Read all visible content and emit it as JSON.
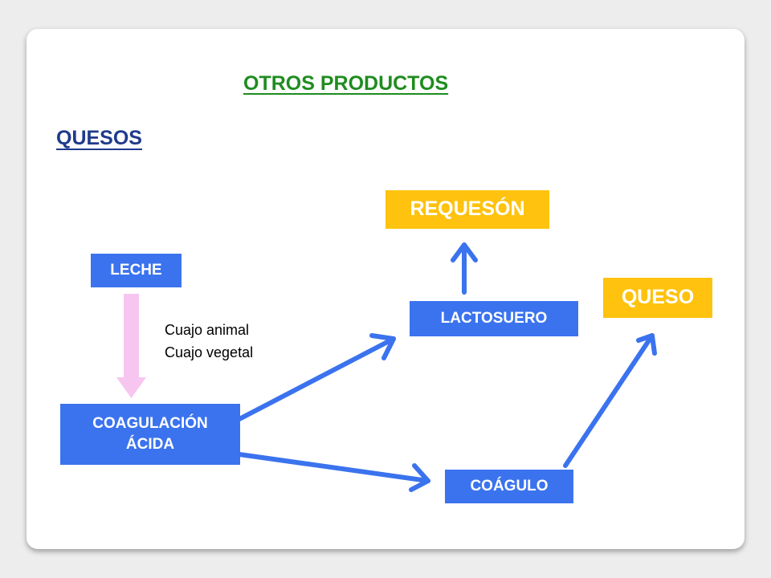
{
  "slide": {
    "title": "OTROS PRODUCTOS",
    "subtitle": "QUESOS"
  },
  "diagram": {
    "nodes": {
      "leche": "LECHE",
      "coagulacion_line1": "COAGULACIÓN",
      "coagulacion_line2": "ÁCIDA",
      "lactosuero": "LACTOSUERO",
      "coagulo": "COÁGULO",
      "requeson": "REQUESÓN",
      "queso": "QUESO"
    },
    "annotations": {
      "line1": "Cuajo animal",
      "line2": "Cuajo vegetal"
    },
    "edges": [
      {
        "from": "LECHE",
        "to": "COAGULACIÓN ÁCIDA"
      },
      {
        "from": "COAGULACIÓN ÁCIDA",
        "to": "LACTOSUERO"
      },
      {
        "from": "COAGULACIÓN ÁCIDA",
        "to": "COÁGULO"
      },
      {
        "from": "LACTOSUERO",
        "to": "REQUESÓN"
      },
      {
        "from": "COÁGULO",
        "to": "QUESO"
      }
    ],
    "colors": {
      "process_box": "#3b73ee",
      "product_box": "#ffc20e",
      "flow_arrow": "#3b73ee",
      "input_arrow": "#f7c6f0",
      "title": "#1f8c1f",
      "subtitle": "#1f3a8c"
    }
  }
}
